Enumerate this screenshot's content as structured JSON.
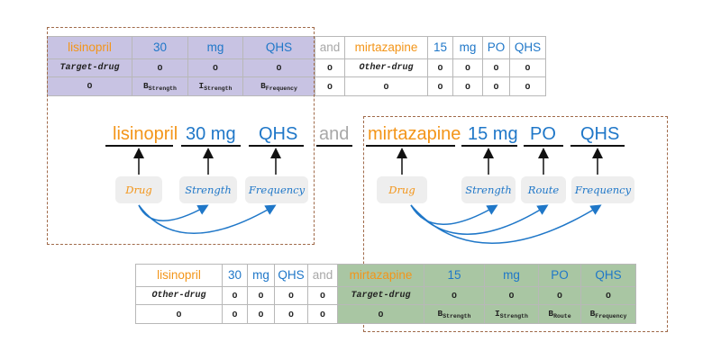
{
  "top_table": {
    "tokens": [
      "lisinopril",
      "30",
      "mg",
      "QHS",
      "and",
      "mirtazapine",
      "15",
      "mg",
      "PO",
      "QHS"
    ],
    "role_row": [
      "Target-drug",
      "O",
      "O",
      "O",
      "O",
      "Other-drug",
      "O",
      "O",
      "O",
      "O"
    ],
    "tag_row": [
      {
        "main": "O",
        "sub": ""
      },
      {
        "main": "B",
        "sub": "Strength"
      },
      {
        "main": "I",
        "sub": "Strength"
      },
      {
        "main": "B",
        "sub": "Frequency"
      },
      {
        "main": "O",
        "sub": ""
      },
      {
        "main": "O",
        "sub": ""
      },
      {
        "main": "O",
        "sub": ""
      },
      {
        "main": "O",
        "sub": ""
      },
      {
        "main": "O",
        "sub": ""
      },
      {
        "main": "O",
        "sub": ""
      }
    ]
  },
  "diagram": {
    "words": [
      "lisinopril",
      "30 mg",
      "QHS",
      "and",
      "mirtazapine",
      "15 mg",
      "PO",
      "QHS"
    ],
    "left_nodes": [
      "Drug",
      "Strength",
      "Frequency"
    ],
    "right_nodes": [
      "Drug",
      "Strength",
      "Route",
      "Frequency"
    ]
  },
  "bottom_table": {
    "tokens": [
      "lisinopril",
      "30",
      "mg",
      "QHS",
      "and",
      "mirtazapine",
      "15",
      "mg",
      "PO",
      "QHS"
    ],
    "role_row": [
      "Other-drug",
      "O",
      "O",
      "O",
      "O",
      "Target-drug",
      "O",
      "O",
      "O",
      "O"
    ],
    "tag_row": [
      {
        "main": "O",
        "sub": ""
      },
      {
        "main": "O",
        "sub": ""
      },
      {
        "main": "O",
        "sub": ""
      },
      {
        "main": "O",
        "sub": ""
      },
      {
        "main": "O",
        "sub": ""
      },
      {
        "main": "O",
        "sub": ""
      },
      {
        "main": "B",
        "sub": "Strength"
      },
      {
        "main": "I",
        "sub": "Strength"
      },
      {
        "main": "B",
        "sub": "Route"
      },
      {
        "main": "B",
        "sub": "Frequency"
      }
    ]
  },
  "colors": {
    "drug": "#f39519",
    "attribute": "#1f77c8",
    "conjunction": "#a8a8a8",
    "target_highlight_top": "#c8c3e3",
    "target_highlight_bottom": "#a9c6a3",
    "frame": "#a06a4a",
    "arrow": "#1f77c8"
  }
}
